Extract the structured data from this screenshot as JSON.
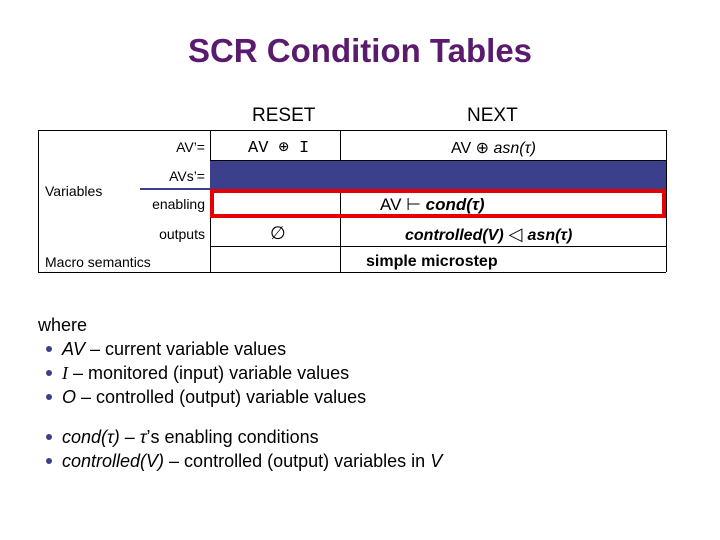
{
  "title": "SCR Condition Tables",
  "headers": {
    "reset": "RESET",
    "next": "NEXT"
  },
  "rows": {
    "av_label": "AV’=",
    "av_reset": "AV ⊕ I",
    "av_next_pre": "AV ⊕ ",
    "av_next_fn": "asn(τ)",
    "avs_label": "AVs’=",
    "variables_label": "Variables",
    "enabling_label": "enabling",
    "enabling_next_pre": "AV ⊢ ",
    "enabling_next_fn": "cond(τ)",
    "outputs_label": "outputs",
    "outputs_reset": "∅",
    "outputs_next_fn": "controlled(V)",
    "outputs_next_op": " ◁ ",
    "outputs_next_fn2": "asn(τ)",
    "macro_label": "Macro semantics",
    "macro_next": "simple microstep"
  },
  "where": {
    "intro": "where",
    "items": [
      {
        "sym": "AV",
        "text": " – current variable values"
      },
      {
        "sym": "I",
        "text": " – monitored (input) variable values"
      },
      {
        "sym": "O",
        "text": " – controlled (output) variable values"
      }
    ],
    "items2": [
      {
        "sym": "cond(τ)",
        "mid": " – ",
        "sym2": "τ",
        "text": "’s enabling conditions"
      },
      {
        "sym": "controlled(V)",
        "mid": " – controlled (output) variables in ",
        "sym2": "V",
        "text": ""
      }
    ]
  },
  "colors": {
    "title": "#5a1a6e",
    "bar": "#3b3f8c",
    "highlight": "#e60000"
  }
}
